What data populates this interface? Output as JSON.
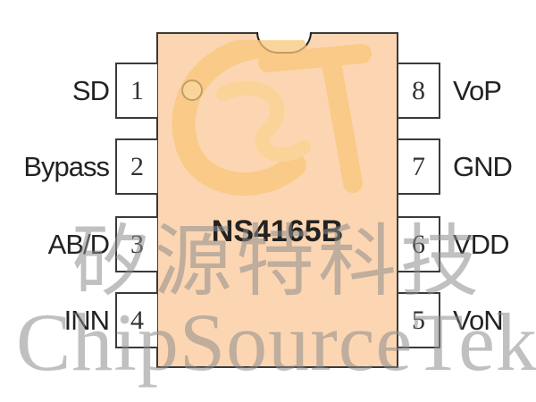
{
  "part_number": "NS4165B",
  "left_pins": [
    {
      "number": "1",
      "name": "SD"
    },
    {
      "number": "2",
      "name": "Bypass"
    },
    {
      "number": "3",
      "name": "AB/D"
    },
    {
      "number": "4",
      "name": "INN"
    }
  ],
  "right_pins": [
    {
      "number": "8",
      "name": "VoP"
    },
    {
      "number": "7",
      "name": "GND"
    },
    {
      "number": "6",
      "name": "VDD"
    },
    {
      "number": "5",
      "name": "VoN"
    }
  ],
  "watermark": {
    "chinese": "矽源特科技",
    "english": "ChipSourceTek",
    "logo_text": "ST"
  },
  "colors": {
    "chip_body": "#fcd6b2",
    "logo": "#f9c77a"
  }
}
